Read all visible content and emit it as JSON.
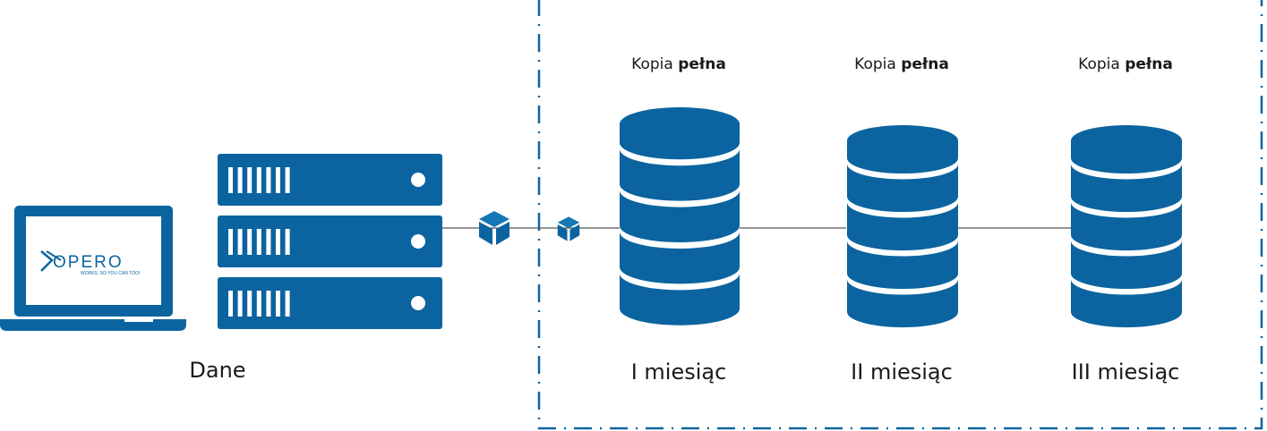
{
  "colors": {
    "primary": "#0b64a0",
    "connector": "#555555",
    "text": "#1a1a1a",
    "background": "#ffffff"
  },
  "source": {
    "laptop": {
      "icon": "laptop-icon",
      "screen_logo": "XOPERO",
      "screen_tagline": "WORKS, SO YOU CAN TOO!"
    },
    "server": {
      "icon": "server-rack-icon",
      "units": 3
    },
    "label": "Dane"
  },
  "transfer": {
    "packages": [
      {
        "icon": "package-cube-icon",
        "size": "large"
      },
      {
        "icon": "package-cube-icon",
        "size": "small"
      }
    ]
  },
  "backups": [
    {
      "title_normal": "Kopia",
      "title_bold": "pełna",
      "icon": "database-icon",
      "label": "I miesiąc"
    },
    {
      "title_normal": "Kopia",
      "title_bold": "pełna",
      "icon": "database-icon",
      "label": "II miesiąc"
    },
    {
      "title_normal": "Kopia",
      "title_bold": "pełna",
      "icon": "database-icon",
      "label": "III miesiąc"
    }
  ]
}
